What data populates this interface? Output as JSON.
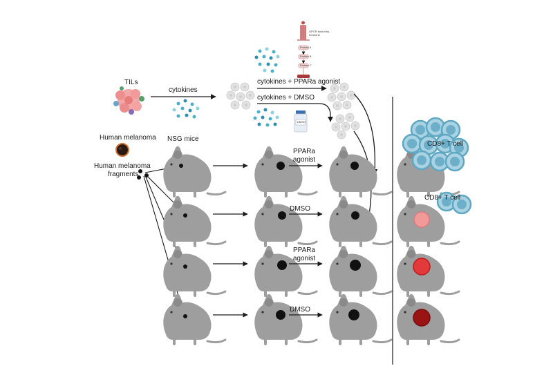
{
  "labels": {
    "tils": "TILs",
    "cytokines": "cytokines",
    "cytokines_ppara": "cytokines + PPARa agonist",
    "cytokines_dmso": "cytokines + DMSO",
    "human_melanoma": "Human melanoma",
    "fragments_line1": "Human melanoma",
    "fragments_line2": "fragments",
    "nsg_mice": "NSG mice",
    "ppara_line1": "PPARa",
    "ppara_line2": "agonist",
    "dmso": "DMSO",
    "cd8": "CD8+ T cell",
    "gpcr_line1": "GPCR bound by",
    "gpcr_line2": "hormone",
    "protein_a": "Protein A",
    "protein_b": "Protein B",
    "protein_c": "Protein C",
    "dmso_vial": "DMSO"
  },
  "colors": {
    "mouse": "#9e9e9e",
    "mouse_dark": "#8a8a8a",
    "tumor": "#111111",
    "tcell_fill": "#a9d3e3",
    "tcell_ring": "#5fa8c4",
    "tcell_core": "#3c8fb2",
    "cytokine": "#4ab0c8",
    "tumor_pink": "#f29a9a",
    "tumor_red": "#e23a3a",
    "tumor_darkred": "#9b1414",
    "gray_cell": "#e2e2e2",
    "gpcr_membrane": "#c97a7a",
    "arrow": "#1a1a1a"
  }
}
